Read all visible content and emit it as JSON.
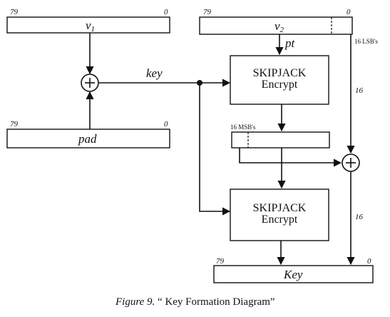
{
  "register_v1": {
    "high_bit": "79",
    "low_bit": "0",
    "label": "v",
    "sub": "1"
  },
  "register_v2": {
    "high_bit": "79",
    "low_bit": "0",
    "label": "v",
    "sub": "2",
    "lsb_note": "16 LSB's"
  },
  "register_pad": {
    "high_bit": "79",
    "low_bit": "0",
    "label": "pad"
  },
  "register_out": {
    "high_bit": "79",
    "low_bit": "0",
    "label": "Key"
  },
  "edge_labels": {
    "key": "key",
    "pt": "pt",
    "msb_note": "16 MSB's",
    "width_top": "16",
    "width_bottom": "16"
  },
  "encrypt_top": {
    "line1": "SKIPJACK",
    "line2": "Encrypt"
  },
  "encrypt_bottom": {
    "line1": "SKIPJACK",
    "line2": "Encrypt"
  },
  "xor_symbol": "+",
  "caption": {
    "figure": "Figure 9.",
    "title": " “ Key Formation Diagram”"
  }
}
